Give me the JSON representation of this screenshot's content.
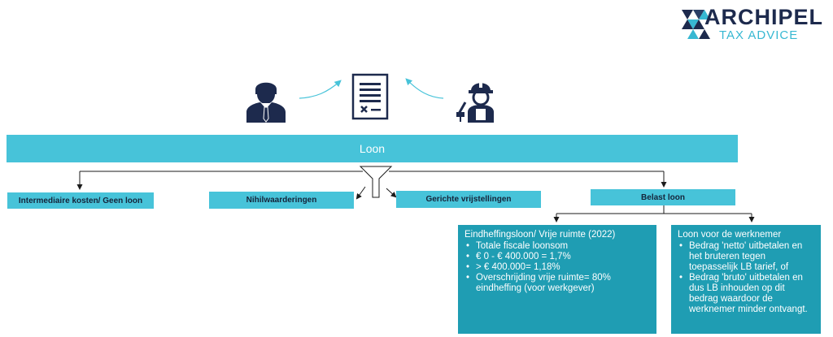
{
  "logo": {
    "brand": "ARCHIPEL",
    "tagline": "TAX ADVICE"
  },
  "header_bar": {
    "label": "Loon"
  },
  "categories": [
    {
      "key": "intermediaire",
      "label": "Intermediaire kosten/ Geen loon"
    },
    {
      "key": "nihil",
      "label": "Nihilwaarderingen"
    },
    {
      "key": "gericht",
      "label": "Gerichte vrijstellingen"
    },
    {
      "key": "belast",
      "label": "Belast loon"
    }
  ],
  "left_panel": {
    "title": "Eindheffingsloon/ Vrije ruimte (2022)",
    "items": [
      "Totale fiscale loonsom",
      "€ 0 - € 400.000 = 1,7%",
      "> € 400.000= 1,18%",
      "Overschrijding vrije ruimte= 80% eindheffing (voor werkgever)"
    ]
  },
  "right_panel": {
    "title": "Loon voor de werknemer",
    "items": [
      "Bedrag 'netto' uitbetalen en het bruteren tegen toepasselijk LB tarief, of",
      "Bedrag 'bruto' uitbetalen en dus LB inhouden op dit bedrag waardoor de werknemer minder ontvangt."
    ]
  },
  "icons": [
    "employer-icon",
    "document-icon",
    "worker-icon"
  ],
  "colors": {
    "accent": "#47c3d9",
    "panel": "#1f9db3",
    "navy": "#1d2a4d"
  }
}
